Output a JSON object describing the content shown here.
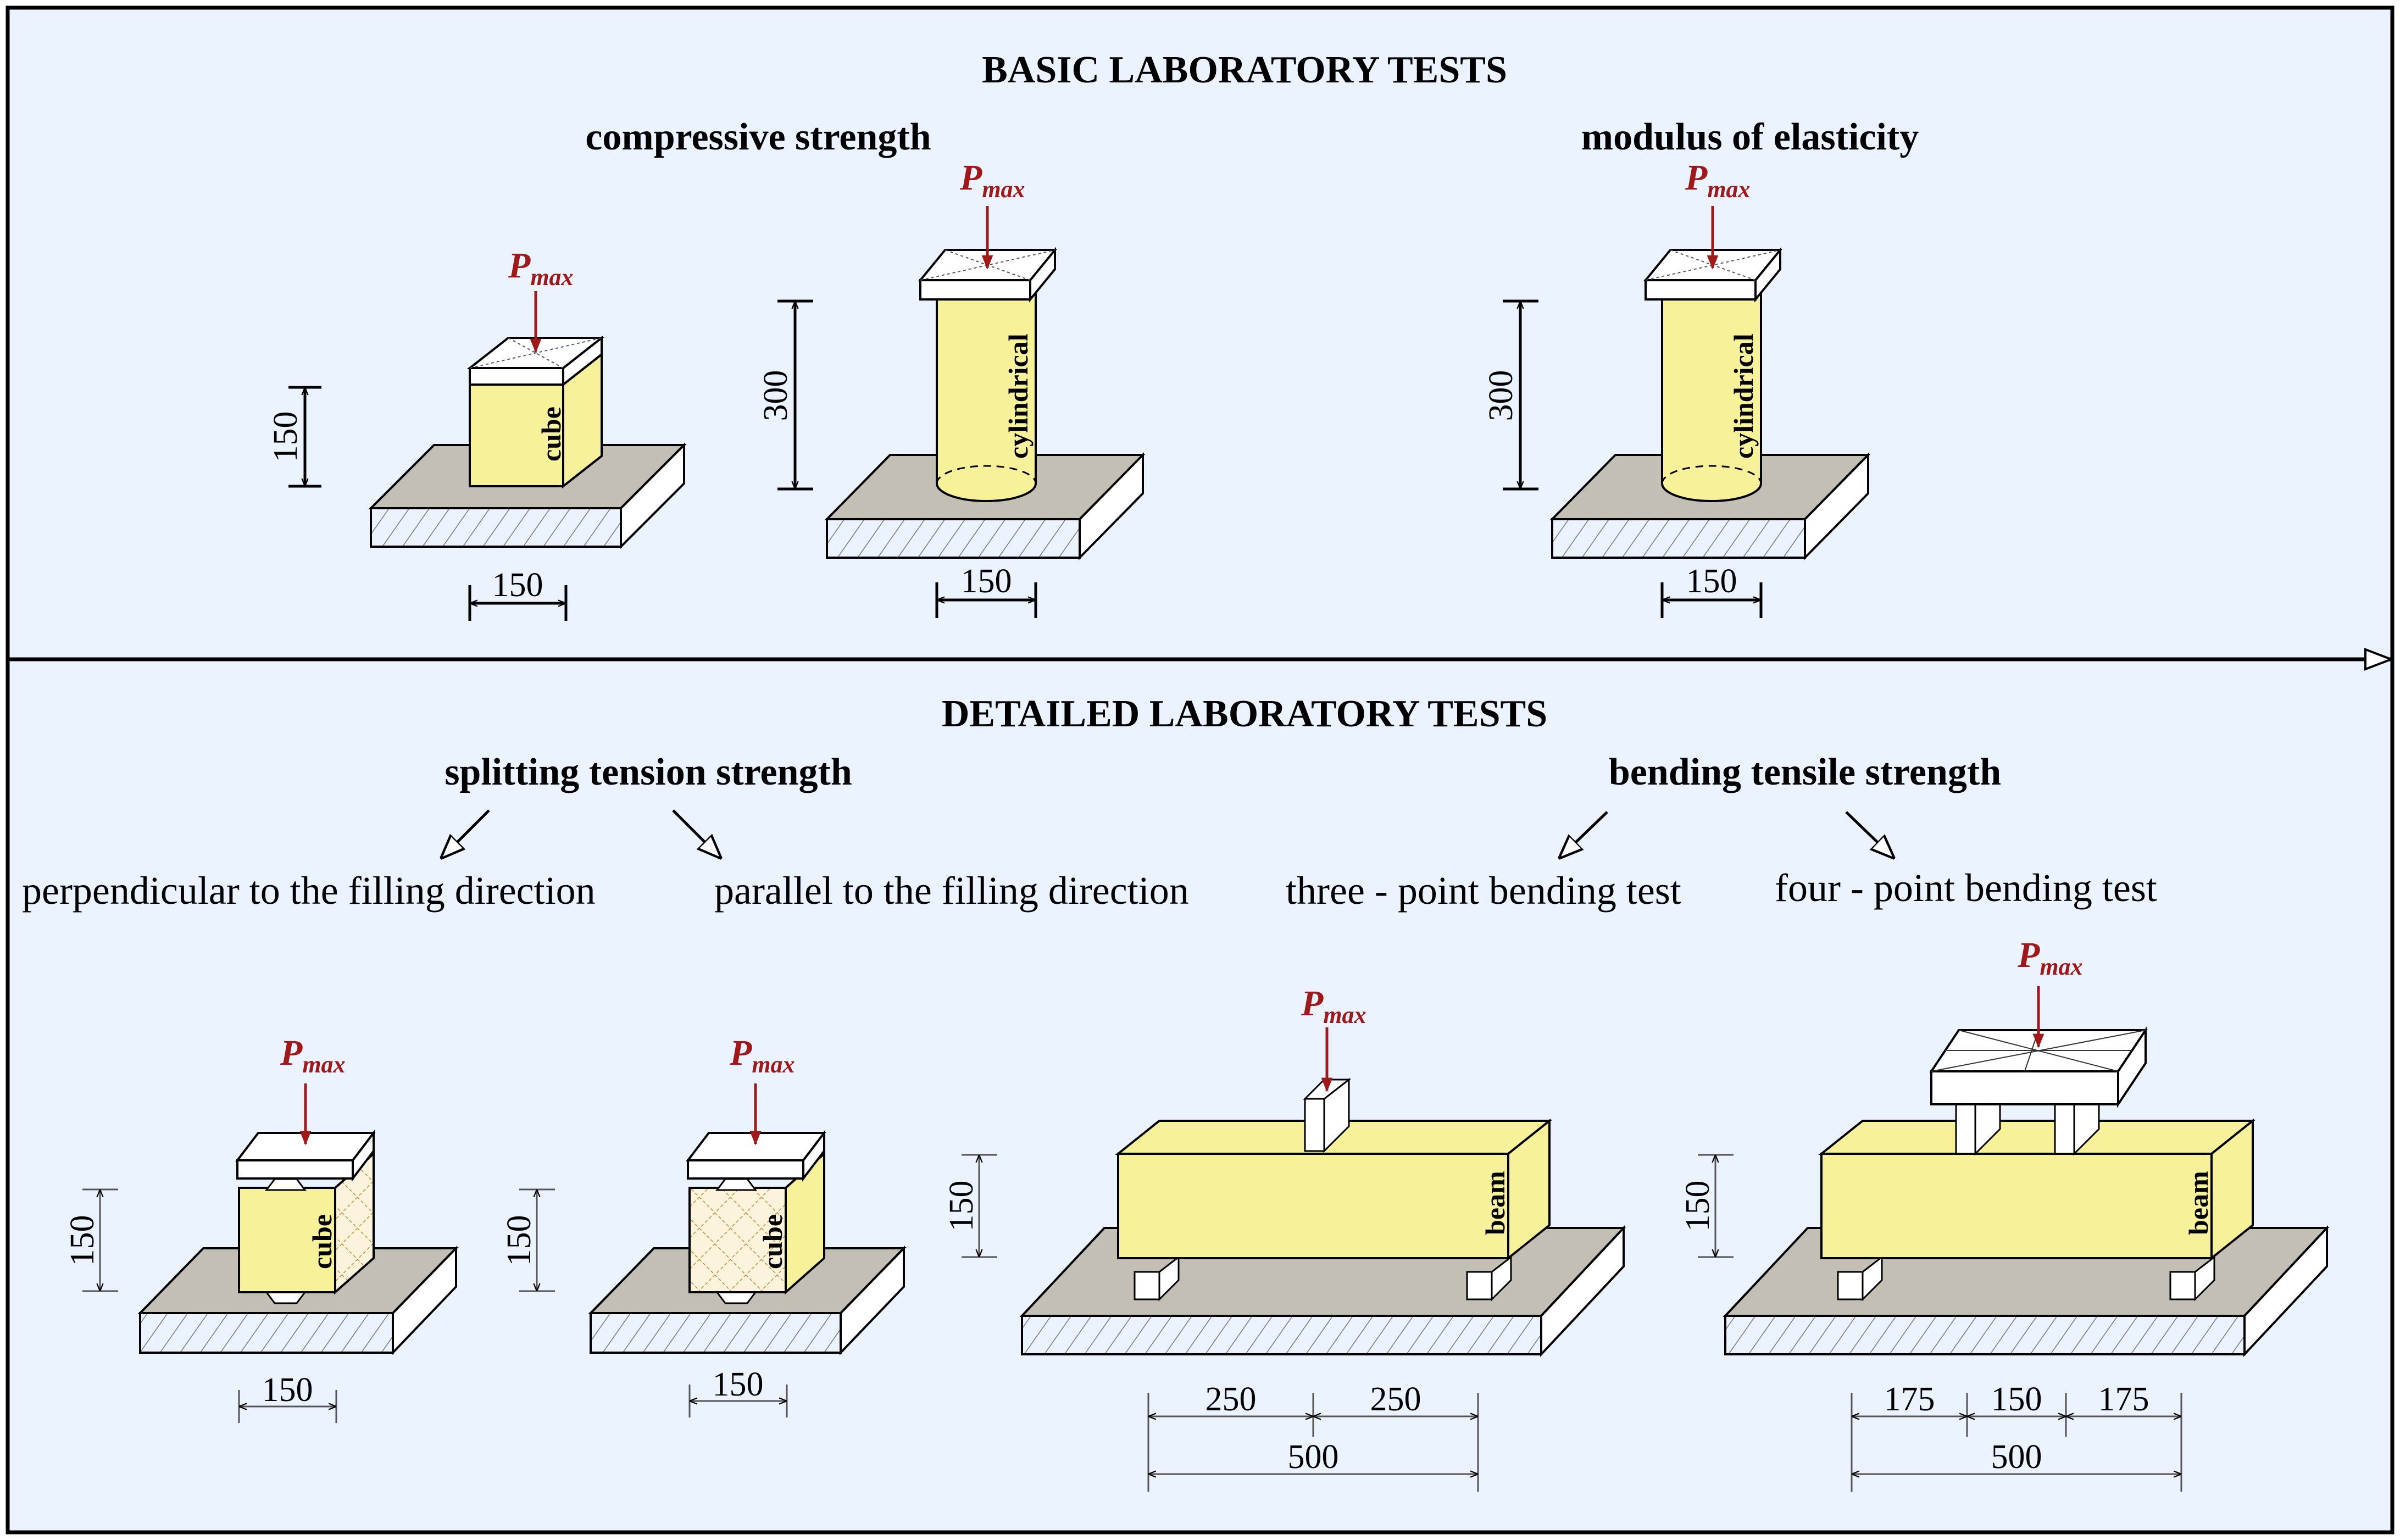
{
  "sections": {
    "basic": {
      "title": "BASIC LABORATORY TESTS",
      "groups": [
        "compressive strength",
        "modulus of elasticity"
      ]
    },
    "detailed": {
      "title": "DETAILED LABORATORY TESTS",
      "groups": [
        "splitting tension strength",
        "bending tensile strength"
      ],
      "variants": [
        "perpendicular to the filling direction",
        "parallel to the filling direction",
        "three - point bending test",
        "four - point bending test"
      ]
    }
  },
  "load_symbol": {
    "base": "P",
    "subscript": "max"
  },
  "specimen_labels": {
    "cube": "cube",
    "cylinder": "cylindrical",
    "beam": "beam"
  },
  "dimensions": {
    "d150": "150",
    "d300": "300",
    "d250": "250",
    "d500": "500",
    "d175": "175"
  },
  "colors": {
    "panel_background": "#eaf3ff",
    "specimen": "#f7f19a",
    "base_plate": "#c4bfb5",
    "load_arrow": "#a01818",
    "frame": "#000000"
  }
}
